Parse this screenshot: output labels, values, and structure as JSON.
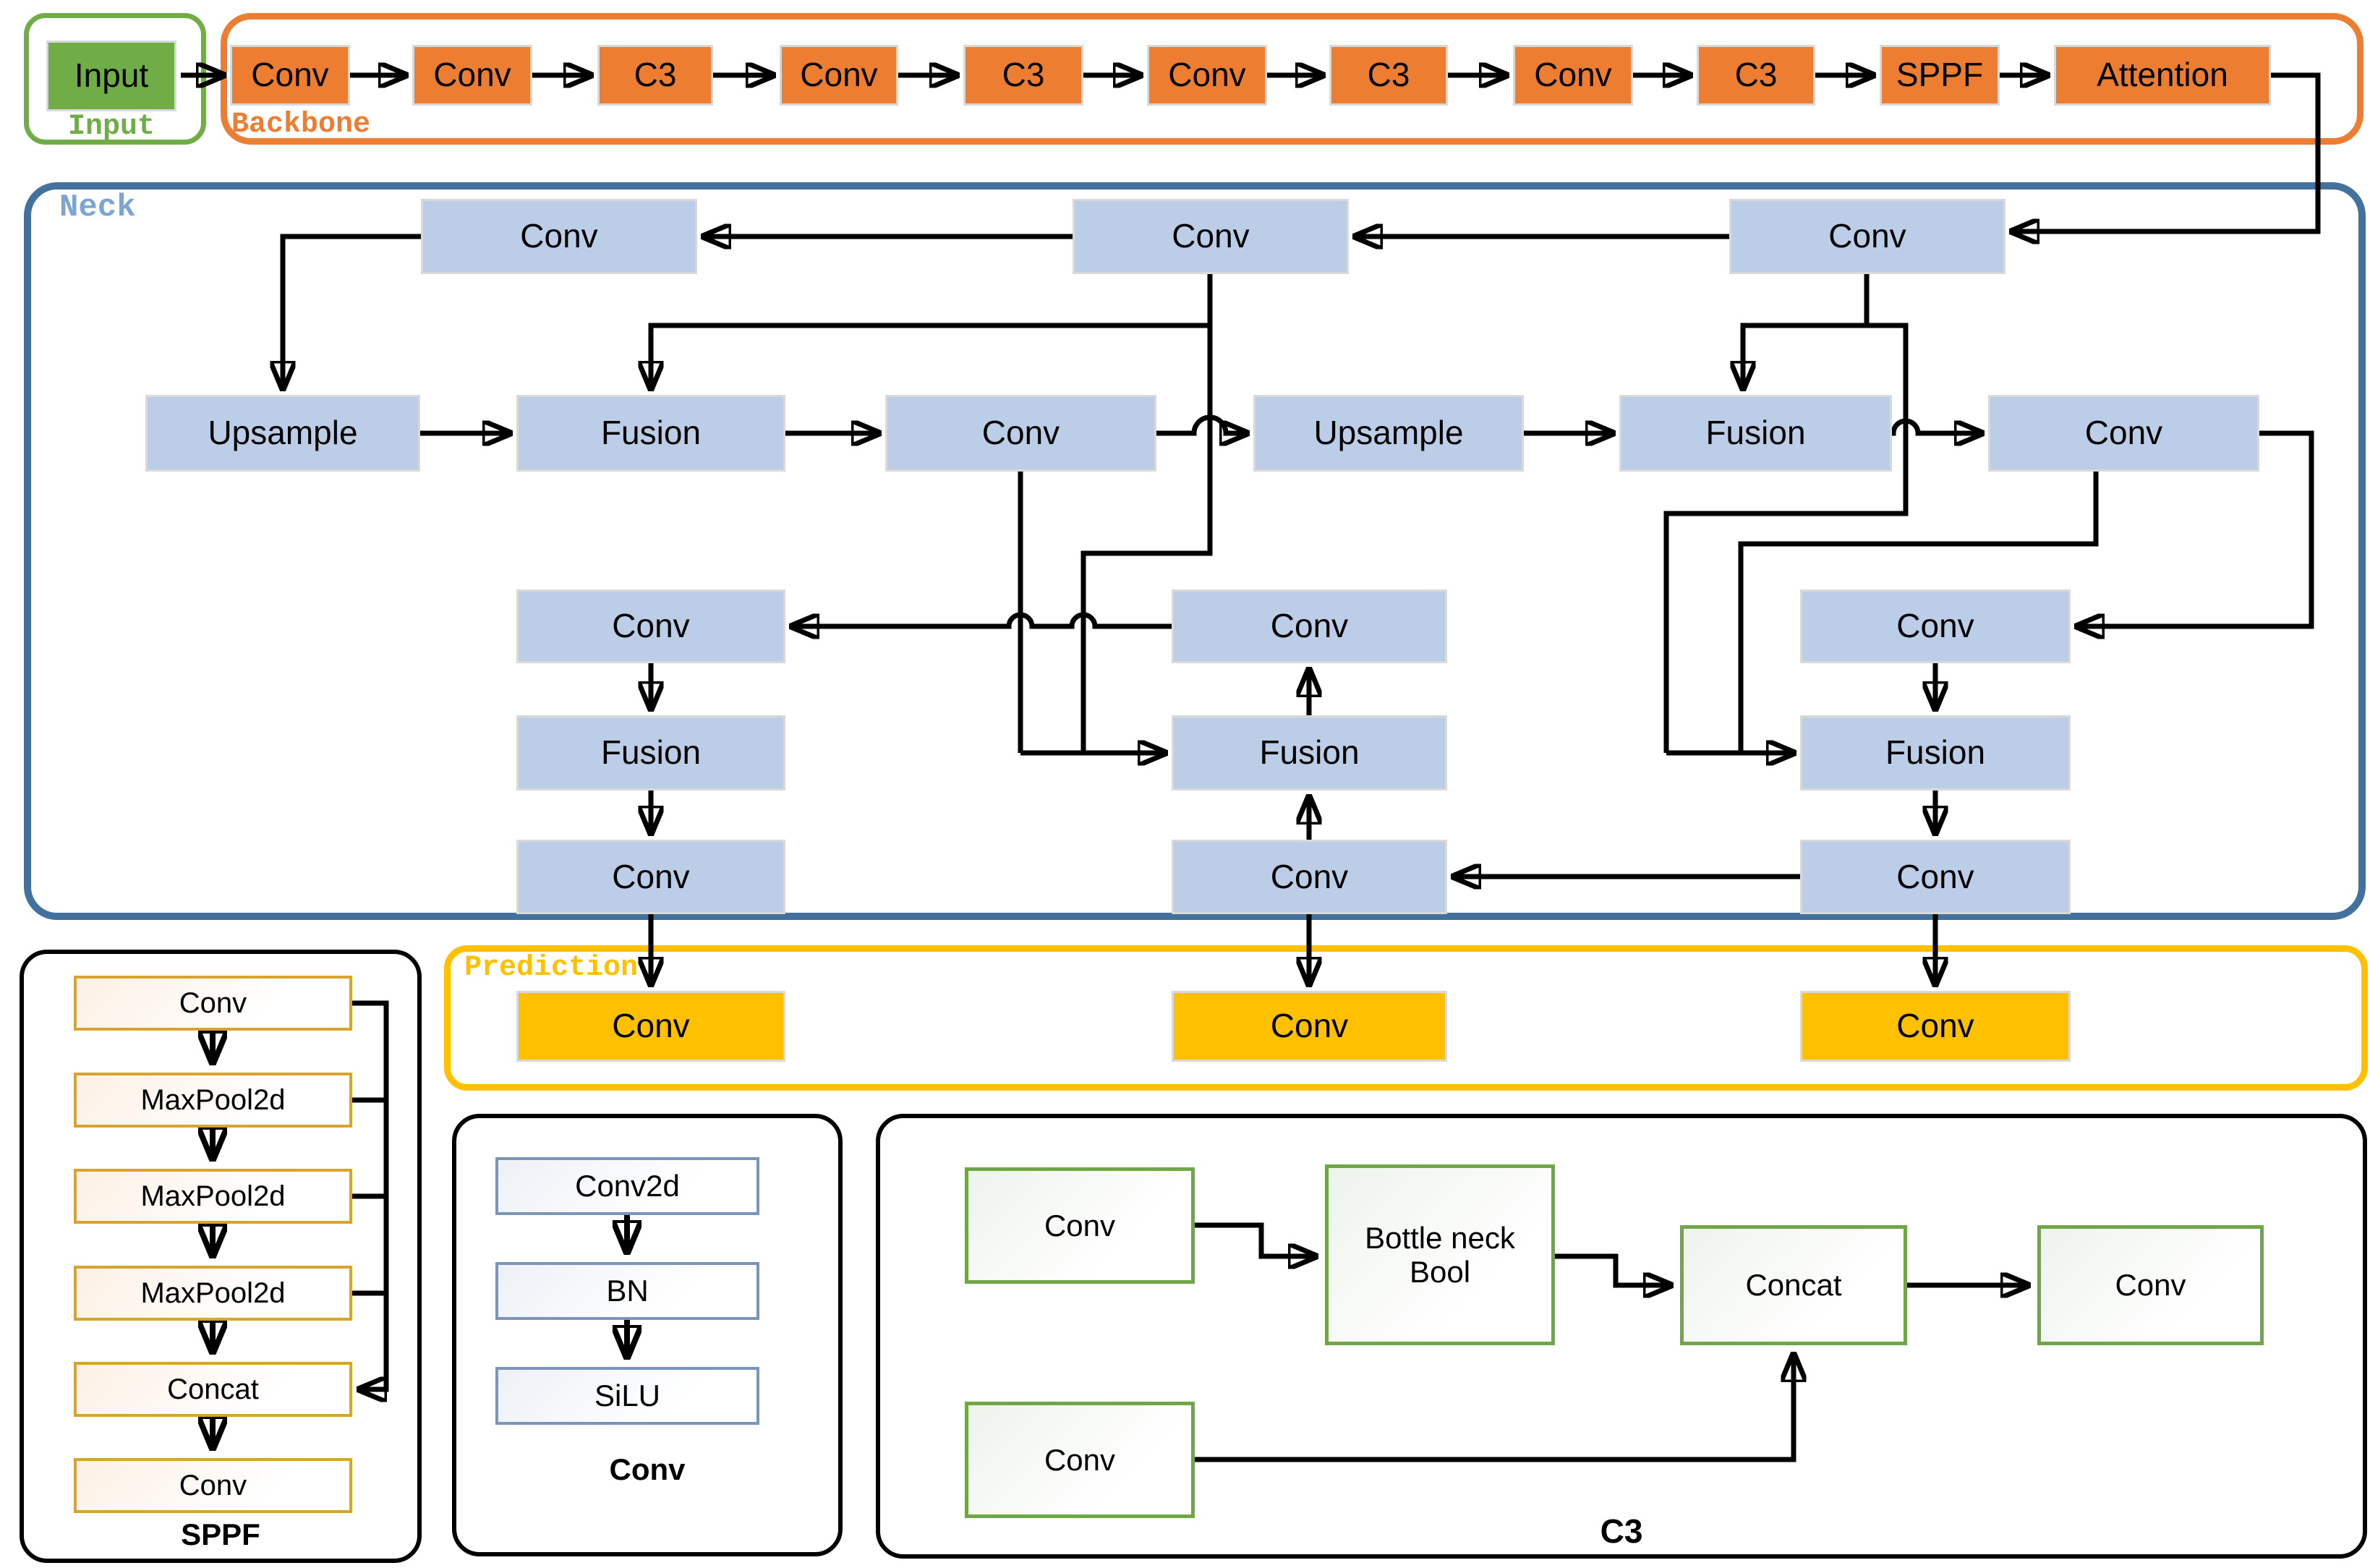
{
  "colors": {
    "backbone_orange": "#ED7D31",
    "input_green": "#70AD47",
    "neck_box_blue": "#BCCDE7",
    "neck_border_blue": "#41719C",
    "neck_label_blue": "#7CA5D1",
    "prediction_yellow": "#FFC000",
    "sppf_box_border_gold": "#D8A32E",
    "conv_box_border_blue": "#7A95B9",
    "c3_box_border_green": "#71A646",
    "arrow_black": "#000000"
  },
  "input": {
    "caption": "Input",
    "node": "Input"
  },
  "backbone": {
    "caption": "Backbone",
    "nodes": [
      "Conv",
      "Conv",
      "C3",
      "Conv",
      "C3",
      "Conv",
      "C3",
      "Conv",
      "C3",
      "SPPF",
      "Attention"
    ]
  },
  "neck": {
    "caption": "Neck",
    "top": [
      "Conv",
      "Conv",
      "Conv"
    ],
    "row2": [
      "Upsample",
      "Fusion",
      "Conv",
      "Upsample",
      "Fusion",
      "Conv"
    ],
    "left": [
      "Conv",
      "Fusion",
      "Conv"
    ],
    "middle": [
      "Conv",
      "Fusion",
      "Conv"
    ],
    "right": [
      "Conv",
      "Fusion",
      "Conv"
    ]
  },
  "prediction": {
    "caption": "Prediction",
    "nodes": [
      "Conv",
      "Conv",
      "Conv"
    ]
  },
  "sppf_detail": {
    "caption": "SPPF",
    "nodes": [
      "Conv",
      "MaxPool2d",
      "MaxPool2d",
      "MaxPool2d",
      "Concat",
      "Conv"
    ]
  },
  "conv_detail": {
    "caption": "Conv",
    "nodes": [
      "Conv2d",
      "BN",
      "SiLU"
    ]
  },
  "c3_detail": {
    "caption": "C3",
    "top_left": "Conv",
    "bottleneck": "Bottle neck Bool",
    "concat": "Concat",
    "right": "Conv",
    "bottom_left": "Conv"
  }
}
